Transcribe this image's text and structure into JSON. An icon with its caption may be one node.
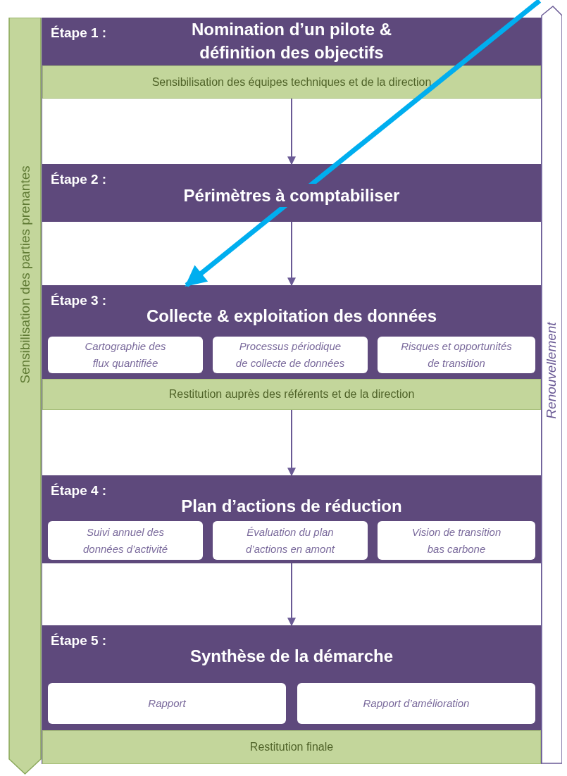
{
  "diagram": {
    "nodes": [
      {
        "text": [
          "Sensibilisation des parties prenantes"
        ]
      },
      {
        "text": [
          "Renouvellement"
        ]
      },
      {
        "text": [
          "Étape 1 :",
          "Nomination d’un pilote & définition des objectifs"
        ]
      },
      {
        "text": [
          "Sensibilisation des équipes techniques et de la direction"
        ]
      },
      {
        "text": [
          "Étape 2 :",
          "Périmètres à comptabiliser"
        ]
      },
      {
        "text": [
          "Étape 3 :",
          "Collecte & exploitation des données"
        ]
      },
      {
        "text": [
          "Cartographie des flux quantifiée"
        ],
        "in": 5
      },
      {
        "text": [
          "Processus périodique de collecte de données"
        ],
        "in": 5
      },
      {
        "text": [
          "Risques et opportunités de transition"
        ],
        "in": 5
      },
      {
        "text": [
          "Restitution auprès des référents et de la direction"
        ]
      },
      {
        "text": [
          "Étape 4 :",
          "Plan d’actions de réduction"
        ]
      },
      {
        "text": [
          "Suivi annuel des données d’activité"
        ],
        "in": 10
      },
      {
        "text": [
          "Évaluation du plan d’actions en amont"
        ],
        "in": 10
      },
      {
        "text": [
          "Vision de transition bas carbone"
        ],
        "in": 10
      },
      {
        "text": [
          "Étape 5 :",
          "Synthèse de la démarche"
        ]
      },
      {
        "text": [
          "Rapport"
        ],
        "in": 14
      },
      {
        "text": [
          "Rapport d’amélioration"
        ],
        "in": 14
      },
      {
        "text": [
          "Restitution finale"
        ]
      }
    ],
    "edges": [
      {
        "from": 3,
        "to": 4,
        "arrow": "to"
      },
      {
        "from": 4,
        "to": 5,
        "arrow": "to"
      },
      {
        "from": 9,
        "to": 10,
        "arrow": "to"
      },
      {
        "from": 10,
        "to": 14,
        "arrow": "to"
      },
      {
        "from": null,
        "to": 5,
        "arrow": "to",
        "style": "thick",
        "color": "#00aeef"
      }
    ]
  }
}
